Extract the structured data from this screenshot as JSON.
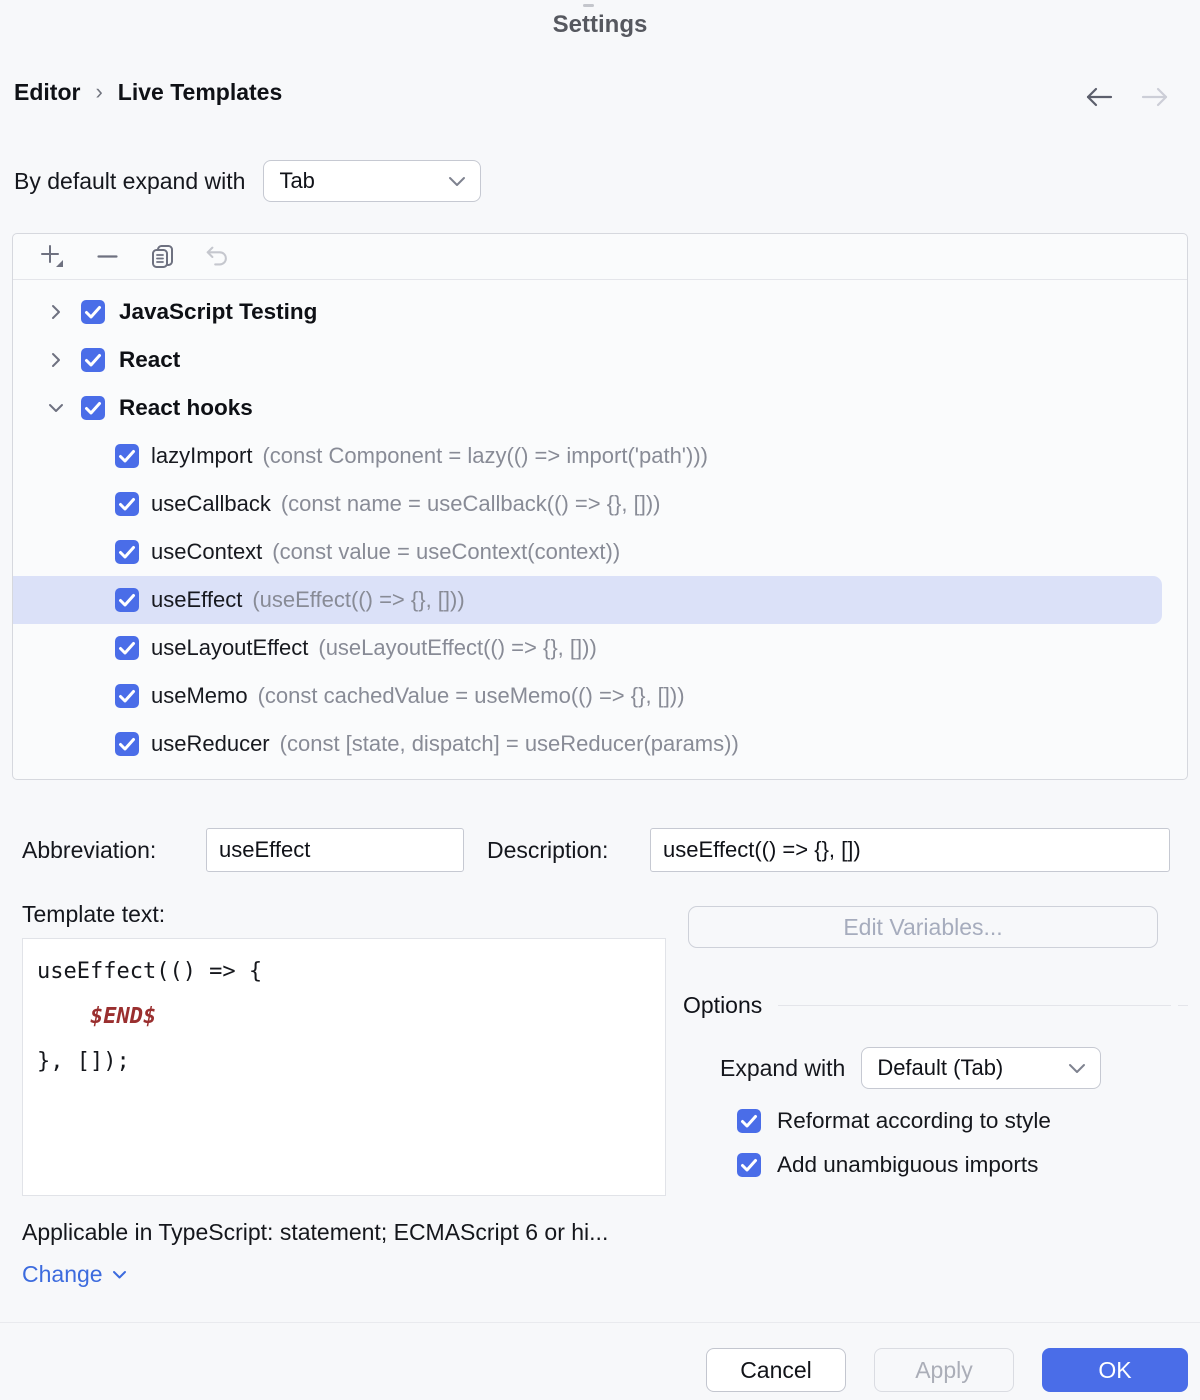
{
  "window": {
    "title": "Settings"
  },
  "breadcrumb": {
    "items": [
      "Editor",
      "Live Templates"
    ],
    "separator": "›"
  },
  "nav": {
    "back_icon": "arrow-left-icon",
    "forward_icon": "arrow-right-icon"
  },
  "expand_default": {
    "label": "By default expand with",
    "value": "Tab"
  },
  "toolbar": {
    "icons": [
      "add-icon",
      "remove-icon",
      "duplicate-icon",
      "revert-icon"
    ]
  },
  "tree": {
    "groups": [
      {
        "label": "JavaScript Testing",
        "expanded": false,
        "checked": true,
        "children": []
      },
      {
        "label": "React",
        "expanded": false,
        "checked": true,
        "children": []
      },
      {
        "label": "React hooks",
        "expanded": true,
        "checked": true,
        "children": [
          {
            "name": "lazyImport",
            "description": "(const Component = lazy(() => import('path')))",
            "checked": true,
            "selected": false
          },
          {
            "name": "useCallback",
            "description": "(const name = useCallback(() => {}, []))",
            "checked": true,
            "selected": false
          },
          {
            "name": "useContext",
            "description": "(const value = useContext(context))",
            "checked": true,
            "selected": false
          },
          {
            "name": "useEffect",
            "description": "(useEffect(() => {}, []))",
            "checked": true,
            "selected": true
          },
          {
            "name": "useLayoutEffect",
            "description": "(useLayoutEffect(() => {}, []))",
            "checked": true,
            "selected": false
          },
          {
            "name": "useMemo",
            "description": "(const cachedValue = useMemo(() => {}, []))",
            "checked": true,
            "selected": false
          },
          {
            "name": "useReducer",
            "description": "(const [state, dispatch] = useReducer(params))",
            "checked": true,
            "selected": false
          }
        ]
      }
    ]
  },
  "detail": {
    "abbreviation_label": "Abbreviation:",
    "abbreviation_value": "useEffect",
    "description_label": "Description:",
    "description_value": "useEffect(() => {}, [])",
    "template_label": "Template text:",
    "template_lines": [
      "useEffect(() => {",
      "    $END$",
      "}, []);"
    ],
    "edit_variables_label": "Edit Variables...",
    "options": {
      "title": "Options",
      "expand_with_label": "Expand with",
      "expand_with_value": "Default (Tab)",
      "checkboxes": [
        {
          "label": "Reformat according to style",
          "checked": true
        },
        {
          "label": "Add unambiguous imports",
          "checked": true
        }
      ]
    },
    "applicable_text": "Applicable in TypeScript: statement; ECMAScript 6 or hi...",
    "change_label": "Change"
  },
  "footer": {
    "cancel": "Cancel",
    "apply": "Apply",
    "ok": "OK"
  },
  "colors": {
    "accent": "#4A6DE8",
    "selection": "#DBE1F8",
    "link": "#3C6BDE",
    "template_variable": "#9A2F2F",
    "muted": "#888B96"
  }
}
